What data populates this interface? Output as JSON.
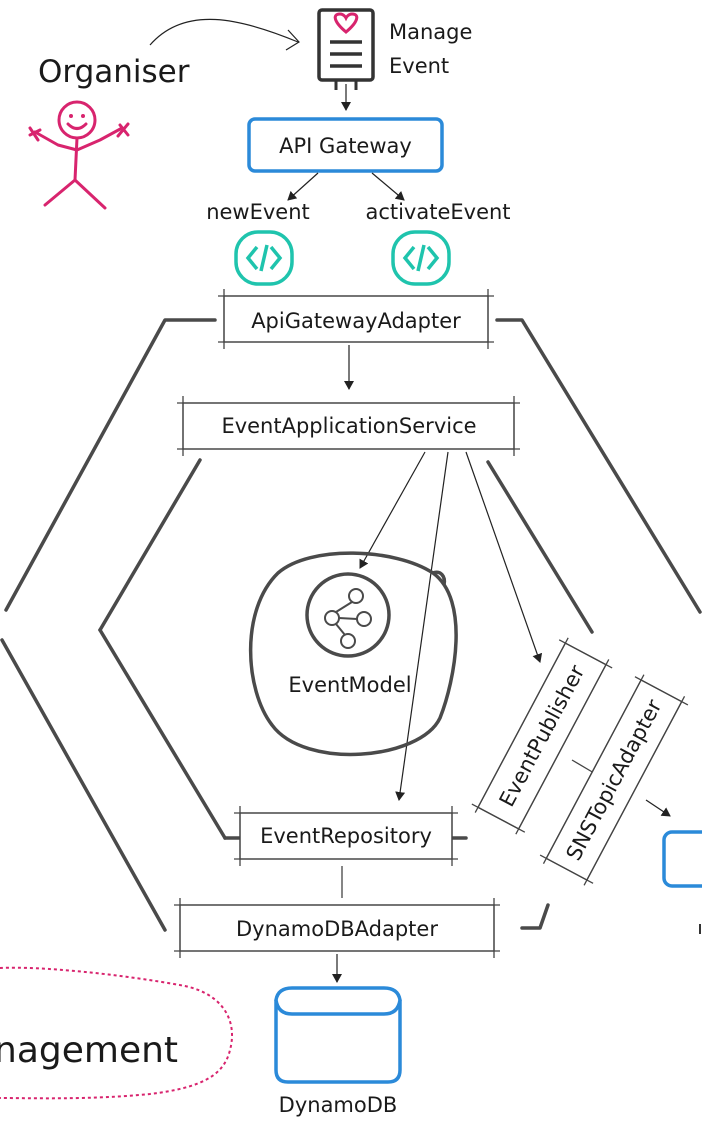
{
  "actor": {
    "label": "Organiser"
  },
  "manage_event": {
    "label_line1": "Manage",
    "label_line2": "Event"
  },
  "api_gateway": {
    "label": "API Gateway"
  },
  "endpoints": {
    "new_event": "newEvent",
    "activate_event": "activateEvent"
  },
  "adapters": {
    "api_gateway_adapter": "ApiGatewayAdapter",
    "dynamodb_adapter": "DynamoDBAdapter",
    "sns_topic_adapter": "SNSTopicAdapter"
  },
  "application": {
    "service": "EventApplicationService",
    "publisher": "EventPublisher",
    "repository": "EventRepository"
  },
  "domain": {
    "model": "EventModel"
  },
  "datastore": {
    "label": "DynamoDB"
  },
  "bounded_context": {
    "label": "nagement"
  },
  "colors": {
    "actor": "#d8246e",
    "aws_blue": "#2b8ad9",
    "endpoint_teal": "#1fc4ad",
    "hexagon": "#4a4a4a"
  }
}
